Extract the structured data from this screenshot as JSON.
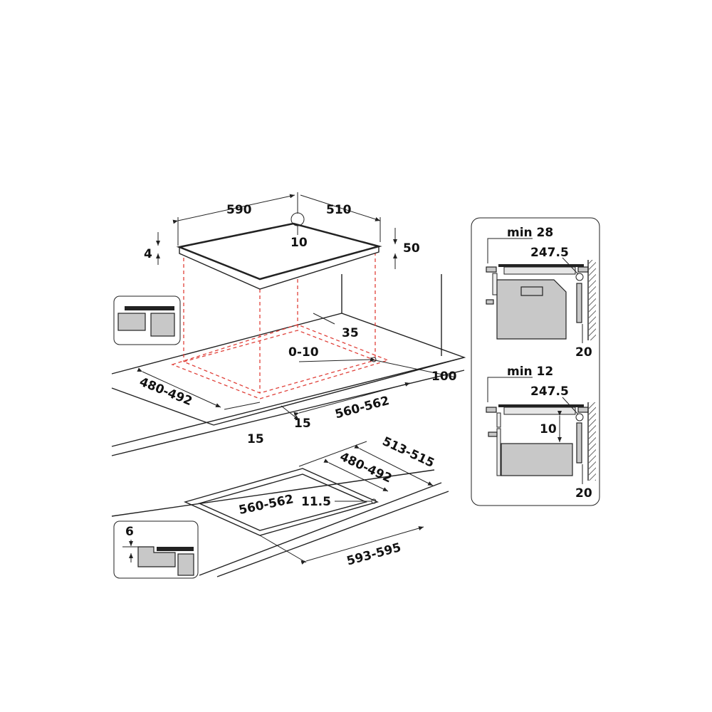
{
  "colors": {
    "line": "#222222",
    "cutout_guide": "#e0413a",
    "fill": "#c8c8c8"
  },
  "hob": {
    "width": "590",
    "depth": "510",
    "thickness": "50",
    "edge": "4",
    "glass_offset": "10"
  },
  "cutout_top": {
    "back_gap": "35",
    "clearance": "0-10",
    "depth": "480-492",
    "width": "560-562",
    "front_a": "15",
    "front_b": "15",
    "side": "100"
  },
  "cutout_flush": {
    "outer_depth": "513-515",
    "inner_depth": "480-492",
    "inner_width": "560-562",
    "step": "11.5",
    "outer_width": "593-595",
    "inset_depth": "6"
  },
  "side_panel": {
    "top": {
      "min": "min 28",
      "size": "247.5",
      "wall": "20"
    },
    "bottom": {
      "min": "min 12",
      "size": "247.5",
      "gap": "10",
      "wall": "20"
    }
  }
}
